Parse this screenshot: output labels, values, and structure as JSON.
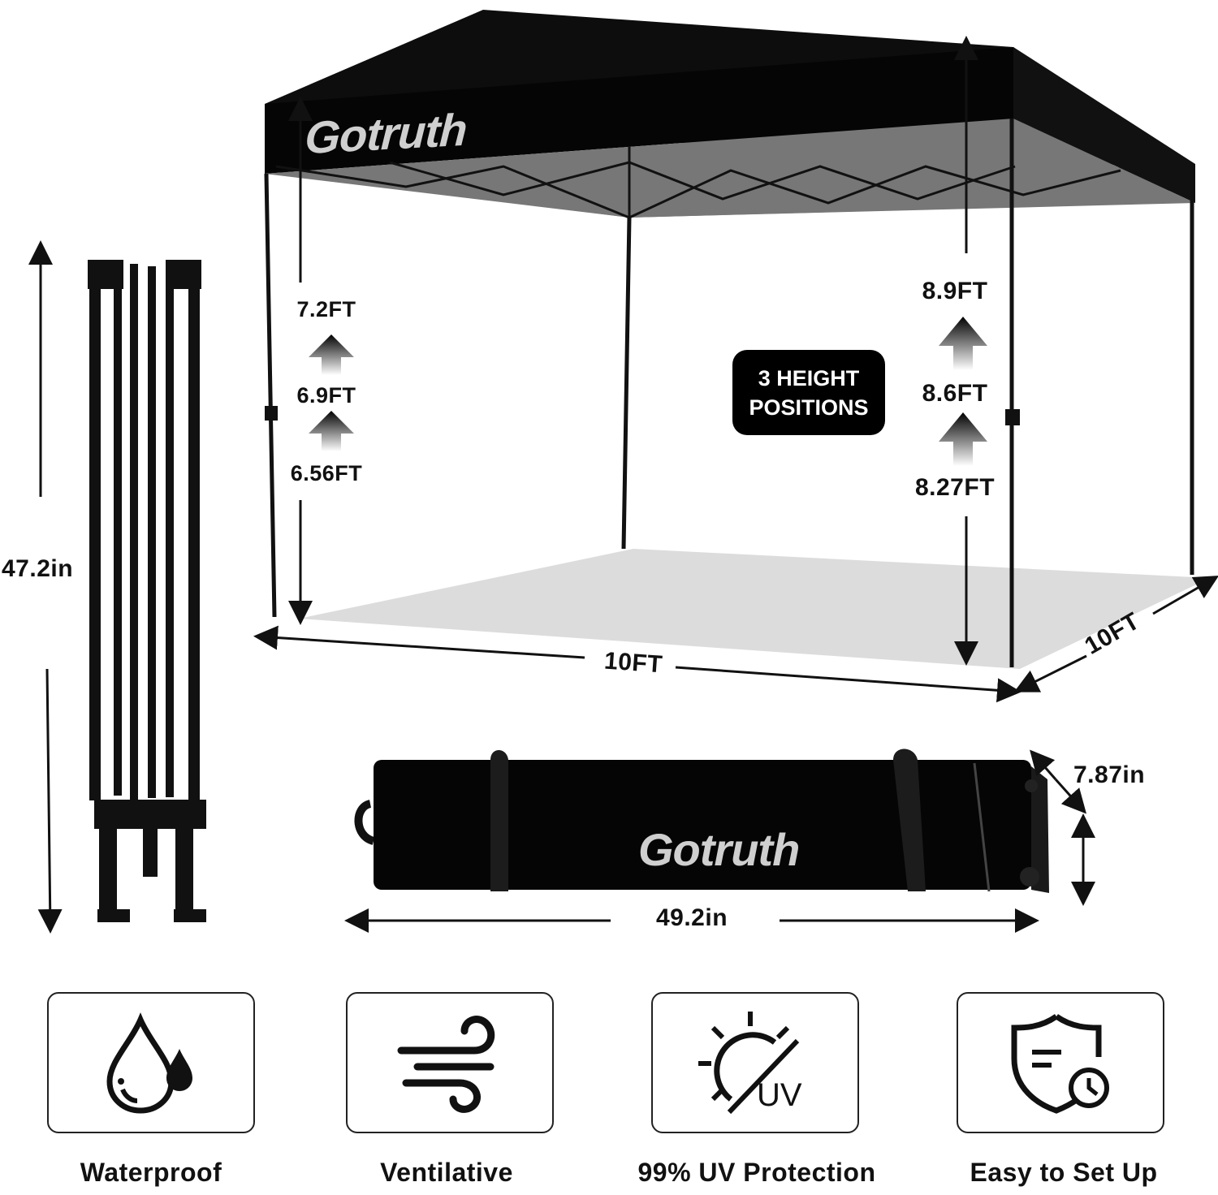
{
  "canopy": {
    "brand": "Gotruth",
    "left_heights": [
      "7.2FT",
      "6.9FT",
      "6.56FT"
    ],
    "right_heights": [
      "8.9FT",
      "8.6FT",
      "8.27FT"
    ],
    "badge_line1": "3 HEIGHT",
    "badge_line2": "POSITIONS",
    "width_label": "10FT",
    "depth_label": "10FT"
  },
  "folded_frame": {
    "height_label": "47.2in"
  },
  "carry_bag": {
    "brand": "Gotruth",
    "length_label": "49.2in",
    "height_label": "7.87in"
  },
  "features": [
    {
      "icon": "water-drops-icon",
      "label": "Waterproof"
    },
    {
      "icon": "wind-icon",
      "label": "Ventilative"
    },
    {
      "icon": "sun-uv-icon",
      "label": "99% UV Protection",
      "icon_text": "UV"
    },
    {
      "icon": "shield-clock-icon",
      "label": "Easy to Set Up"
    }
  ],
  "colors": {
    "canopy": "#0d0d0d",
    "ground": "#dcdcdc",
    "brand_text": "#cfcfcf"
  }
}
